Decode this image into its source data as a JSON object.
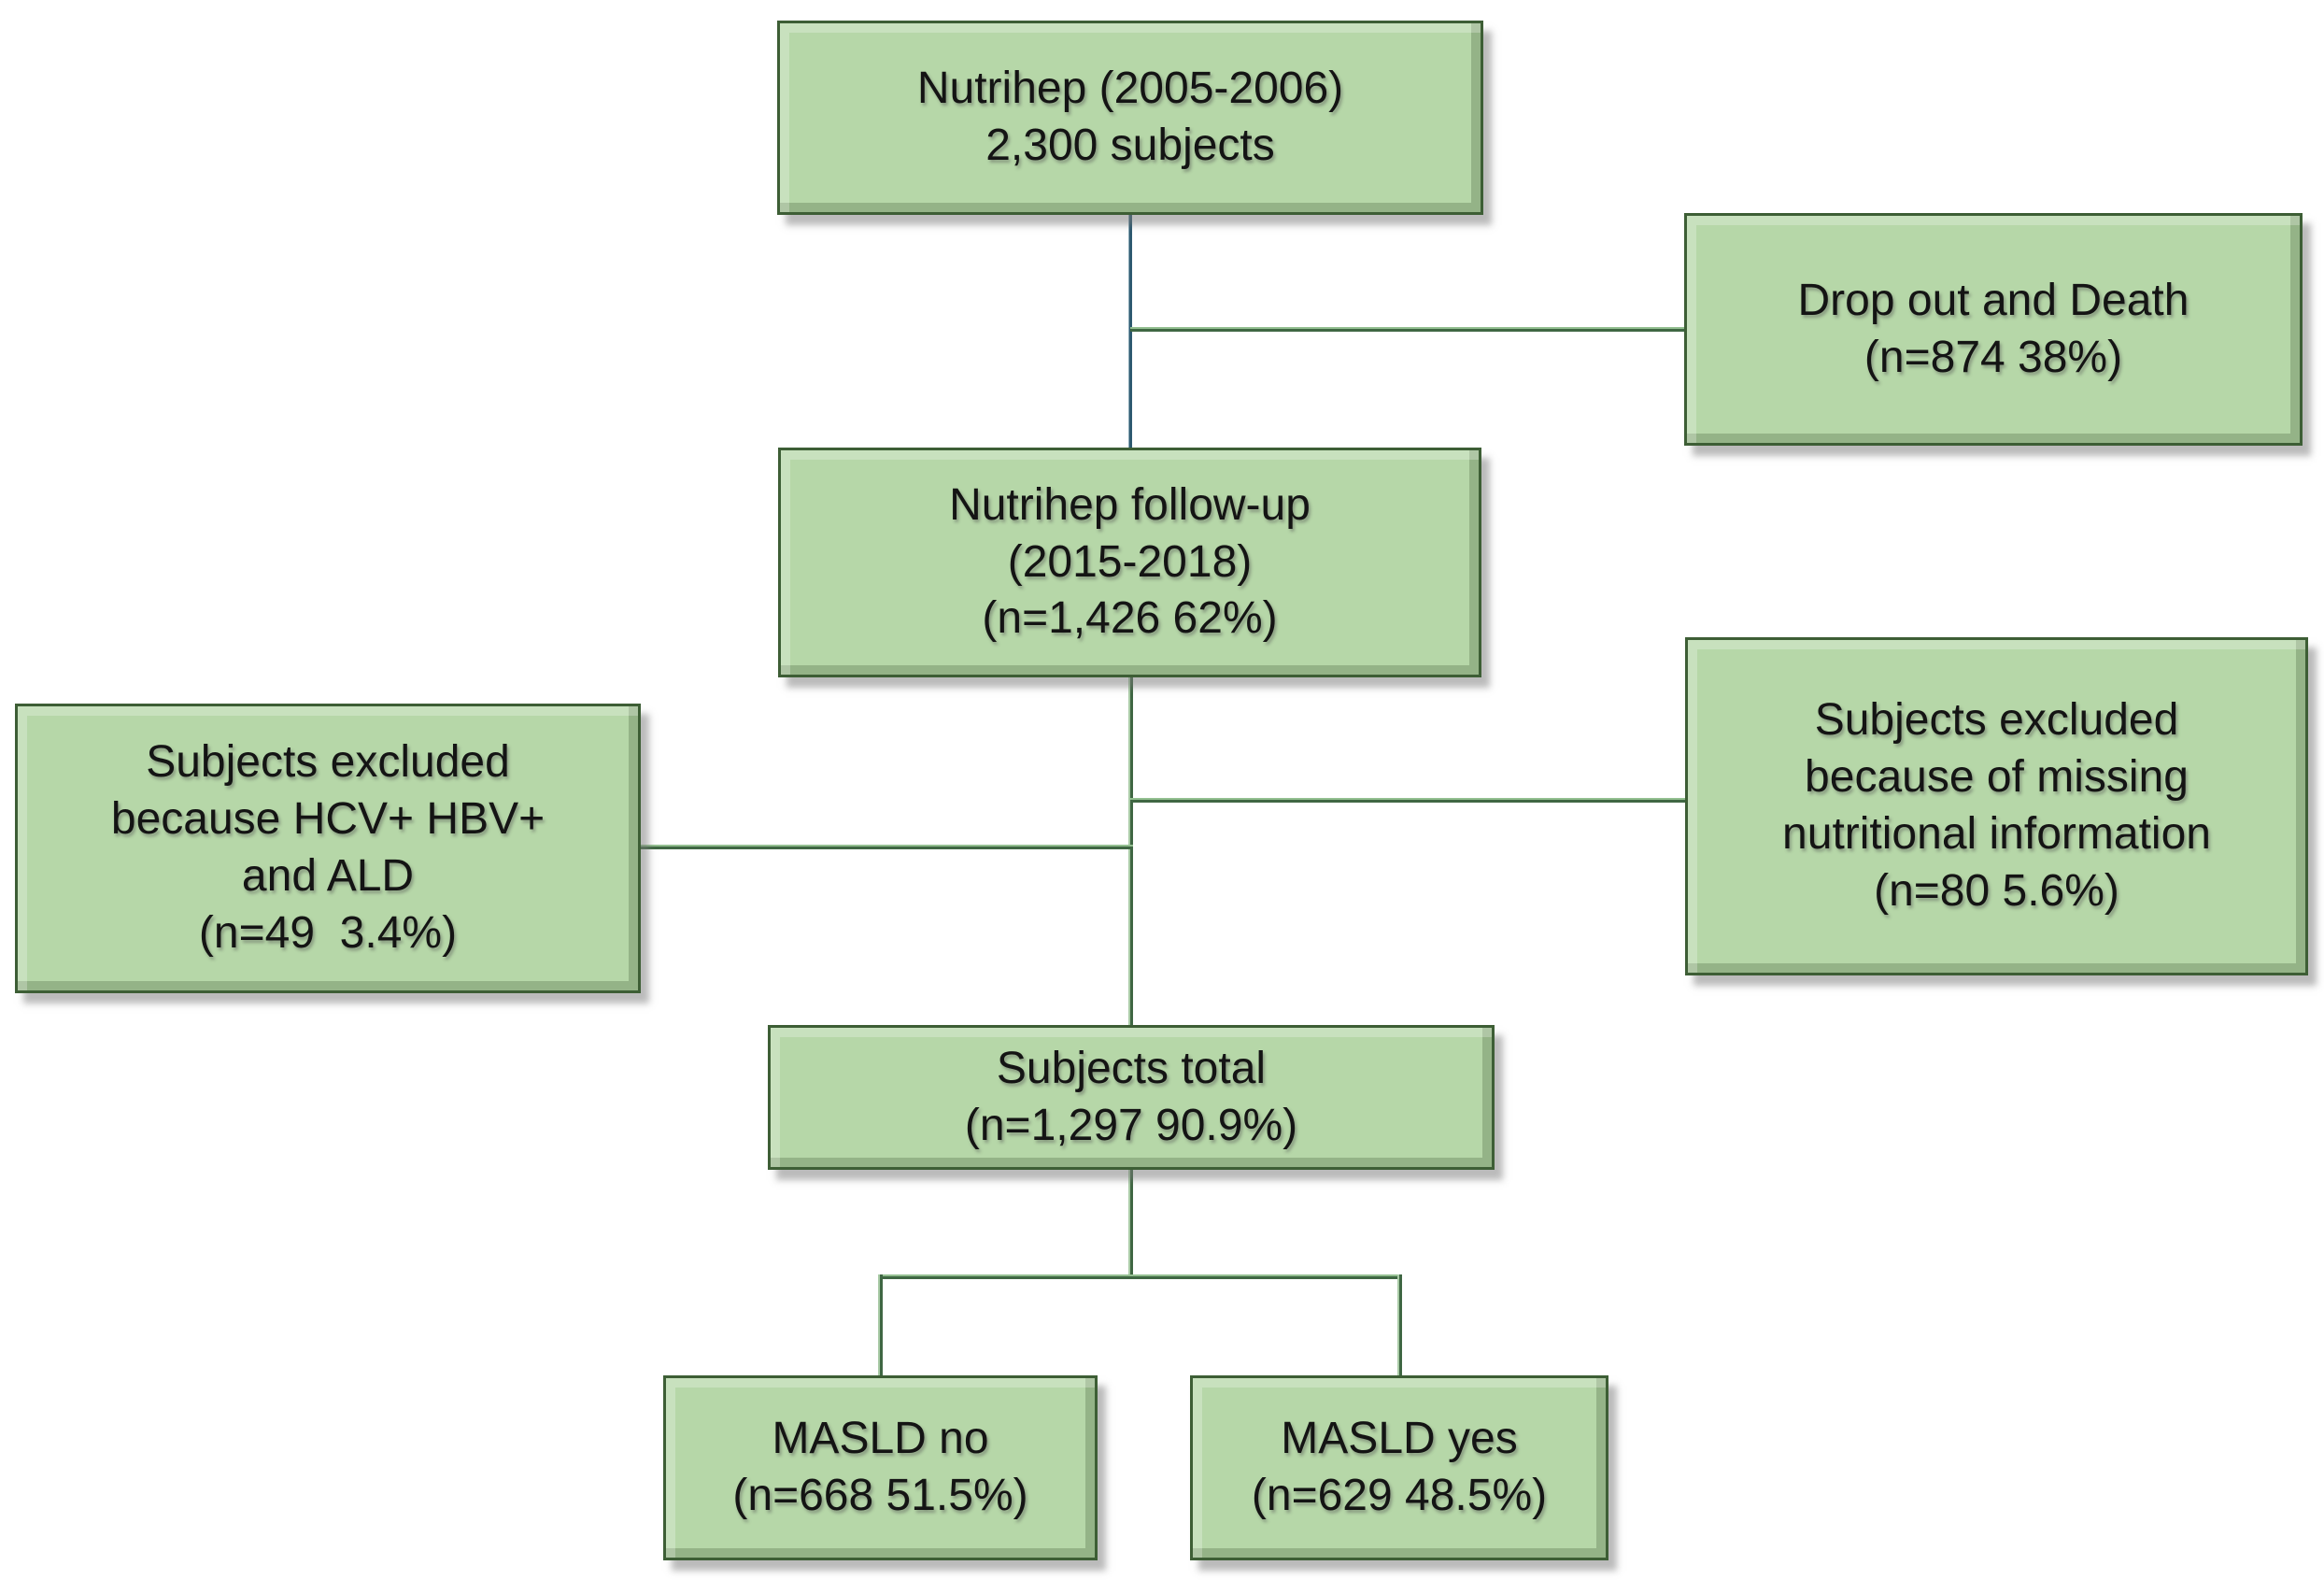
{
  "diagram_type": "flowchart",
  "background": "#ffffff",
  "colors": {
    "box_fill": "#b6d7a8",
    "box_border": "#3d5e35",
    "connector_green": "#3f6743",
    "connector_green_highlight": "#93bf90",
    "connector_teal": "#2e5a70",
    "text": "#141414"
  },
  "boxes": {
    "nutrihep": {
      "lines": [
        "Nutrihep (2005-2006)",
        "2,300 subjects"
      ]
    },
    "dropout": {
      "lines": [
        "Drop out and Death",
        "(n=874 38%)"
      ]
    },
    "followup": {
      "lines": [
        "Nutrihep follow-up",
        "(2015-2018)",
        "(n=1,426 62%)"
      ]
    },
    "excluded_hcv": {
      "lines": [
        "Subjects excluded",
        "because HCV+ HBV+",
        "and ALD",
        "(n=49  3.4%)"
      ]
    },
    "excluded_nutrition": {
      "lines": [
        "Subjects excluded",
        "because of missing",
        "nutritional information",
        "(n=80 5.6%)"
      ]
    },
    "total": {
      "lines": [
        "Subjects total",
        "(n=1,297 90.9%)"
      ]
    },
    "masld_no": {
      "lines": [
        "MASLD no",
        "(n=668 51.5%)"
      ]
    },
    "masld_yes": {
      "lines": [
        "MASLD yes",
        "(n=629 48.5%)"
      ]
    }
  },
  "edges": [
    {
      "from": "nutrihep",
      "to": "followup"
    },
    {
      "from": "nutrihep",
      "to": "dropout"
    },
    {
      "from": "followup",
      "to": "excluded_hcv"
    },
    {
      "from": "followup",
      "to": "excluded_nutrition"
    },
    {
      "from": "followup",
      "to": "total"
    },
    {
      "from": "total",
      "to": "masld_no"
    },
    {
      "from": "total",
      "to": "masld_yes"
    }
  ]
}
